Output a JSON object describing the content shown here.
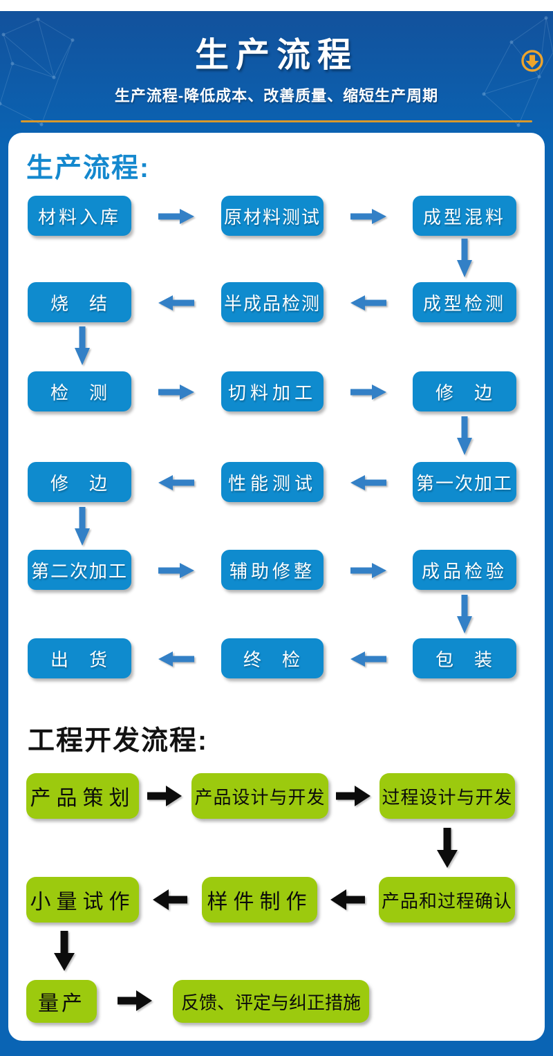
{
  "header": {
    "title": "生产流程",
    "subtitle": "生产流程-降低成本、改善质量、缩短生产周期",
    "scroll_icon": "circle-down-arrow-icon"
  },
  "production": {
    "heading": "生产流程:",
    "rows": [
      {
        "direction": "right",
        "boxes": [
          "材料入库",
          "原材料测试",
          "成型混料"
        ]
      },
      {
        "direction": "left",
        "boxes": [
          "烧　结",
          "半成品检测",
          "成型检测"
        ]
      },
      {
        "direction": "right",
        "boxes": [
          "检　测",
          "切料加工",
          "修　边"
        ]
      },
      {
        "direction": "left",
        "boxes": [
          "修　边",
          "性能测试",
          "第一次加工"
        ]
      },
      {
        "direction": "right",
        "boxes": [
          "第二次加工",
          "辅助修整",
          "成品检验"
        ]
      },
      {
        "direction": "left",
        "boxes": [
          "出　货",
          "终　检",
          "包　装"
        ]
      }
    ]
  },
  "engineering": {
    "heading": "工程开发流程:",
    "rows": [
      {
        "direction": "right",
        "boxes": [
          "产品策划",
          "产品设计与开发",
          "过程设计与开发"
        ]
      },
      {
        "direction": "left",
        "boxes": [
          "小量试作",
          "样件制作",
          "产品和过程确认"
        ]
      },
      {
        "direction": "right",
        "boxes": [
          "量产",
          "反馈、评定与纠正措施"
        ]
      }
    ]
  },
  "colors": {
    "page_background": "#0a64b4",
    "card_background": "#ffffff",
    "process_box": "#0f8bce",
    "process_arrow": "#3380c6",
    "gold_accent": "#d9992b",
    "scroll_icon_gold": "#eda42d",
    "engineering_box": "#9cca0e",
    "engineering_arrow": "#0c0c0c",
    "heading_blue": "#1488ce",
    "heading_black": "#121212"
  }
}
